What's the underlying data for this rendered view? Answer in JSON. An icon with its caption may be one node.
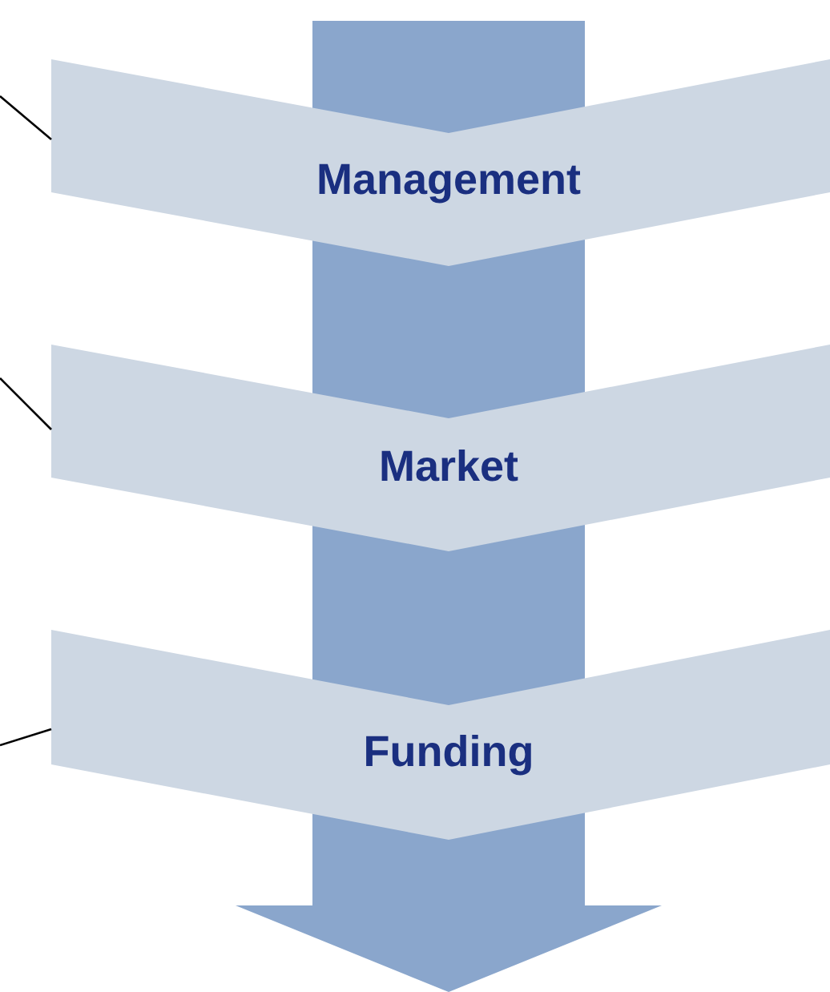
{
  "diagram": {
    "nodes": [
      {
        "text": [
          "Management"
        ]
      },
      {
        "text": [
          "Market"
        ]
      },
      {
        "text": [
          "Funding"
        ]
      }
    ],
    "edges": [
      {
        "from": null,
        "to": 0,
        "arrow": "none"
      },
      {
        "from": null,
        "to": 1,
        "arrow": "none"
      },
      {
        "from": null,
        "to": 2,
        "arrow": "none"
      }
    ]
  }
}
